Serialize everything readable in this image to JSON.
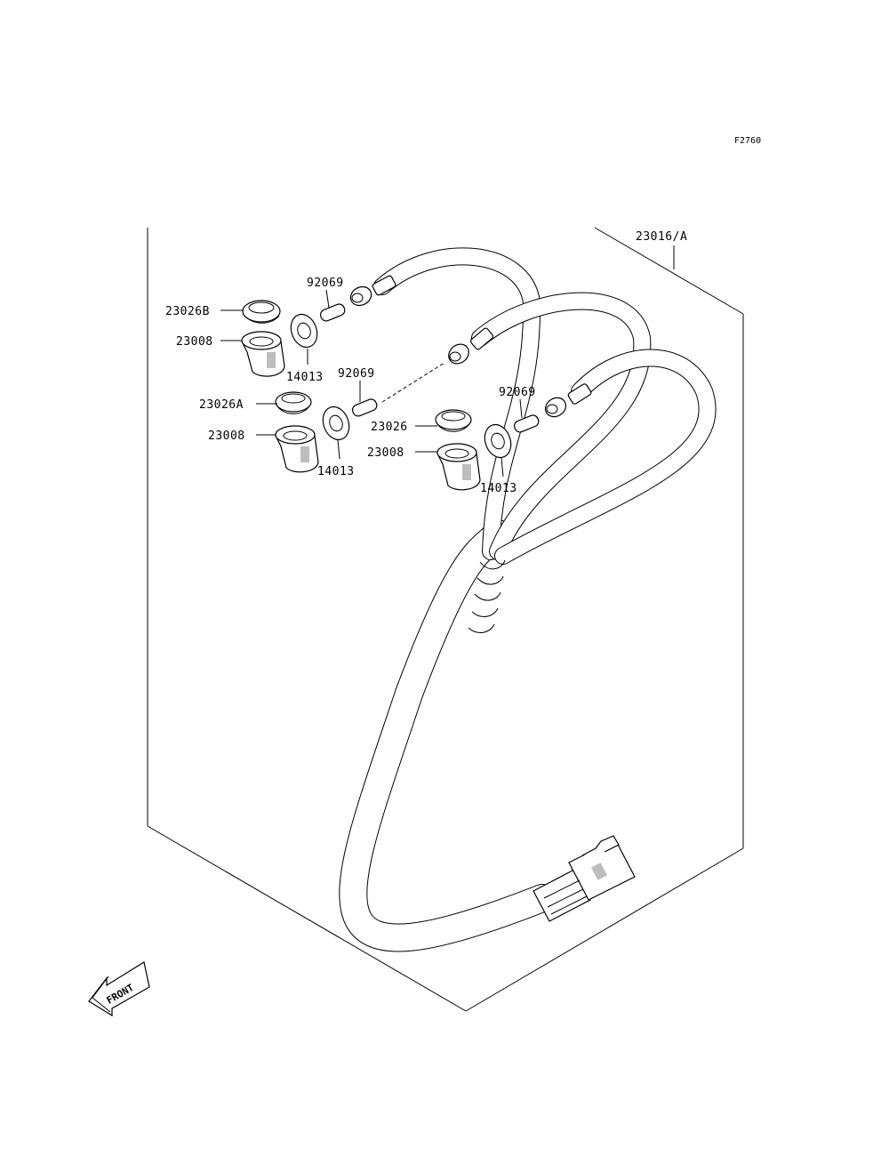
{
  "figure_code": "F2760",
  "front_label": "FRONT",
  "parts": {
    "harness": "23016/A",
    "cap_b": "23026B",
    "socket_1": "23008",
    "grommet_1": "14013",
    "bulb_1": "92069",
    "cap_a": "23026A",
    "bulb_2": "92069",
    "socket_2": "23008",
    "grommet_2": "14013",
    "bulb_3": "92069",
    "cap": "23026",
    "socket_3": "23008",
    "grommet_3": "14013"
  },
  "colors": {
    "line": "#000000",
    "shade": "#bdbdbd",
    "background": "#ffffff"
  }
}
